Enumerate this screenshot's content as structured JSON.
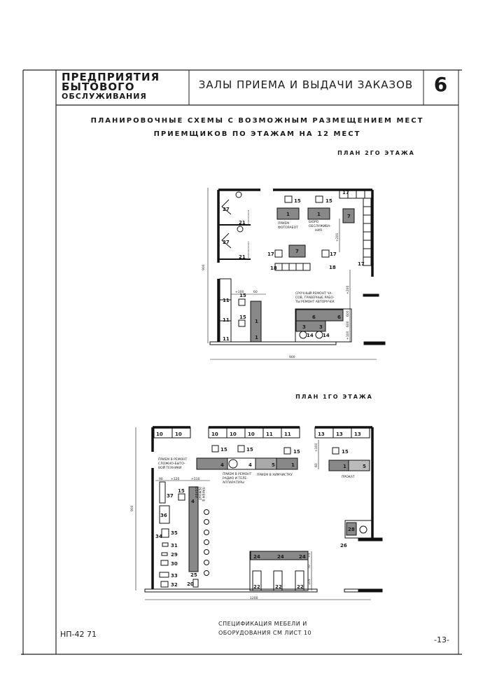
{
  "header": {
    "org_line1": "ПРЕДПРИЯТИЯ",
    "org_line2": "БЫТОВОГО",
    "org_line3": "ОБСЛУЖИВАНИЯ",
    "title": "ЗАЛЫ ПРИЕМА И ВЫДАЧИ ЗАКАЗОВ",
    "sheet_number": "6"
  },
  "subtitle_line1": "ПЛАНИРОВОЧНЫЕ СХЕМЫ С ВОЗМОЖНЫМ РАЗМЕЩЕНИЕМ МЕСТ",
  "subtitle_line2": "ПРИЕМЩИКОВ ПО ЭТАЖАМ НА 12 МЕСТ",
  "plan2": {
    "title": "ПЛАН 2ГО ЭТАЖА",
    "width_dim": "900",
    "height_dim": "900",
    "labels": {
      "reception_photo": [
        "ПРИЕМ",
        "ФОТОРАБОТ"
      ],
      "service_bureau": [
        "БЮРО",
        "ОБСЛУЖИВА-",
        "НИЯ"
      ],
      "urgent_repair": [
        "СРОЧНЫЙ РЕМОНТ ЧА-",
        "СОВ, ГРАВЕРНЫЕ РАБО-",
        "ТЫ РЕМОНТ АВТОРУЧЕК"
      ]
    },
    "dims": [
      "+100",
      "60",
      "+200",
      "+200",
      "600",
      "600",
      "+100"
    ],
    "numbers": [
      "27",
      "21",
      "27",
      "21",
      "15",
      "15",
      "1",
      "1",
      "7",
      "7",
      "17",
      "17",
      "17",
      "17",
      "18",
      "18",
      "11",
      "11",
      "11",
      "15",
      "15",
      "1",
      "1",
      "6",
      "6",
      "3",
      "3",
      "14",
      "14"
    ]
  },
  "plan1": {
    "title": "ПЛАН 1ГО ЭТАЖА",
    "width_dim": "1200",
    "height_dim": "900",
    "labels": {
      "complex_appliances": [
        "ПРИЕМ В РЕМОНТ",
        "СЛОЖНО-БЫТО-",
        "ВОЙ ТЕХНИКИ"
      ],
      "radio_tv": [
        "ПРИЕМ В РЕМОНТ",
        "РАДИО И ТЕЛЕ-",
        "АППАРАТУРЫ"
      ],
      "dry_cleaning": "ПРИЕМ В ХИМЧИСТКУ",
      "rental": "ПРОКАТ",
      "shoes": [
        "ПРИЕМ В",
        "РЕМОНТ",
        "ОБУВИ"
      ]
    },
    "dims": [
      "90",
      "+120",
      "+110",
      "+100",
      "60",
      "+5",
      "70",
      "105"
    ],
    "numbers": [
      "10",
      "10",
      "10",
      "10",
      "10",
      "11",
      "11",
      "13",
      "13",
      "13",
      "15",
      "15",
      "15",
      "15",
      "4",
      "4",
      "5",
      "1",
      "1",
      "5",
      "37",
      "15",
      "4",
      "36",
      "35",
      "34",
      "31",
      "29",
      "30",
      "33",
      "32",
      "25",
      "20",
      "24",
      "24",
      "24",
      "22",
      "22",
      "22",
      "28",
      "26"
    ]
  },
  "footer": {
    "spec_line1": "СПЕЦИФИКАЦИЯ МЕБЕЛИ И",
    "spec_line2": "ОБОРУДОВАНИЯ СМ ЛИСТ 10",
    "code": "НП-42 71",
    "page": "-13-"
  }
}
